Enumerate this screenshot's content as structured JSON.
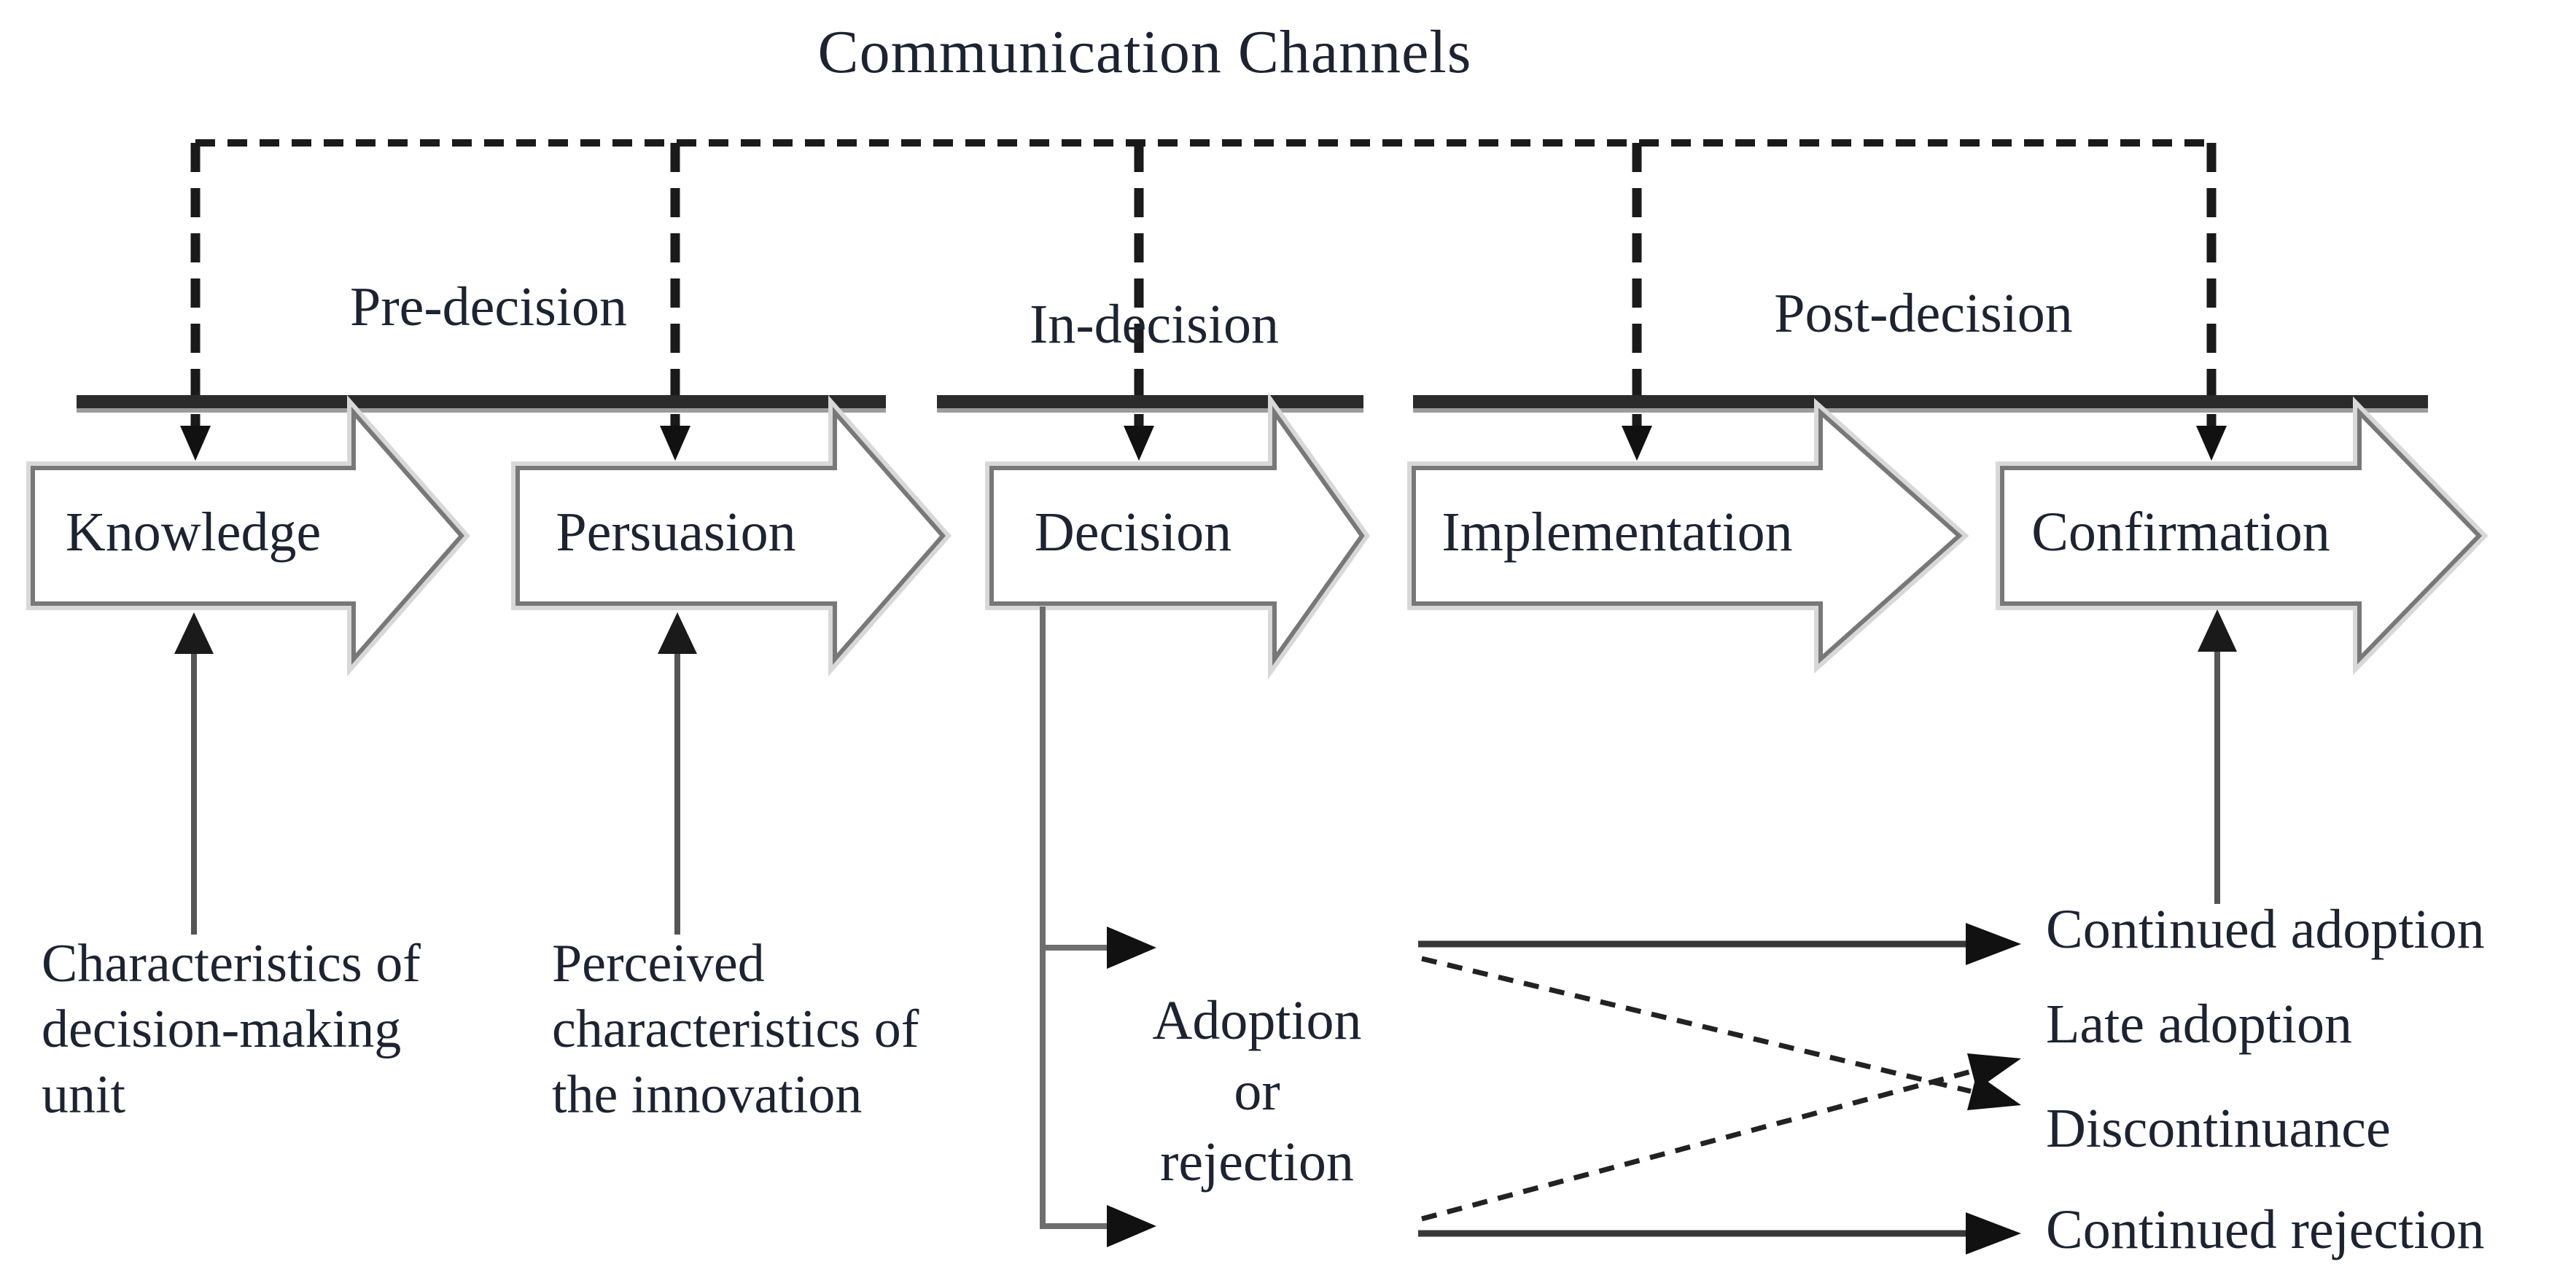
{
  "title": "Communication Channels",
  "phases": {
    "pre": "Pre-decision",
    "in": "In-decision",
    "post": "Post-decision"
  },
  "stages": [
    "Knowledge",
    "Persuasion",
    "Decision",
    "Implementation",
    "Confirmation"
  ],
  "inputs": {
    "decision_unit": {
      "lines": [
        "Characteristics of",
        "decision-making",
        "unit"
      ]
    },
    "innovation": {
      "lines": [
        "Perceived",
        "characteristics of",
        "the innovation"
      ]
    }
  },
  "decision_outcome": {
    "lines": [
      "Adoption",
      "or",
      "rejection"
    ]
  },
  "outcomes": [
    "Continued adoption",
    "Late adoption",
    "Discontinuance",
    "Continued rejection"
  ],
  "colors": {
    "background": "#ffffff",
    "text": "#1d2330",
    "dashed_line": "#1a1a1a",
    "phase_bar": "#2b2b2b",
    "phase_bar_echo": "#9c9c9c",
    "stage_outline": "#787878",
    "stage_halo": "#d8d8d8",
    "connector": "#6e6e6e",
    "arrowhead": "#111111"
  }
}
